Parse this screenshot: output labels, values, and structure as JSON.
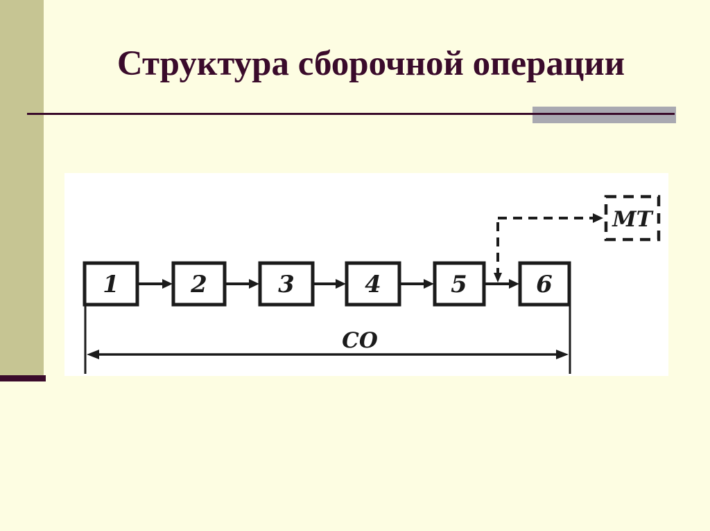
{
  "slide": {
    "title": "Структура сборочной операции",
    "colors": {
      "background": "#FDFDE2",
      "sidebar_olive": "#C6C593",
      "accent_maroon": "#3A0B2B",
      "gray_bar": "#A9A9B1",
      "panel_white": "#FFFFFF",
      "diagram_ink": "#1B1B1B"
    }
  },
  "diagram": {
    "boxes": [
      {
        "label": "1"
      },
      {
        "label": "2"
      },
      {
        "label": "3"
      },
      {
        "label": "4"
      },
      {
        "label": "5"
      },
      {
        "label": "6"
      }
    ],
    "transport_box": {
      "label": "МТ"
    },
    "span_label": "СО"
  }
}
